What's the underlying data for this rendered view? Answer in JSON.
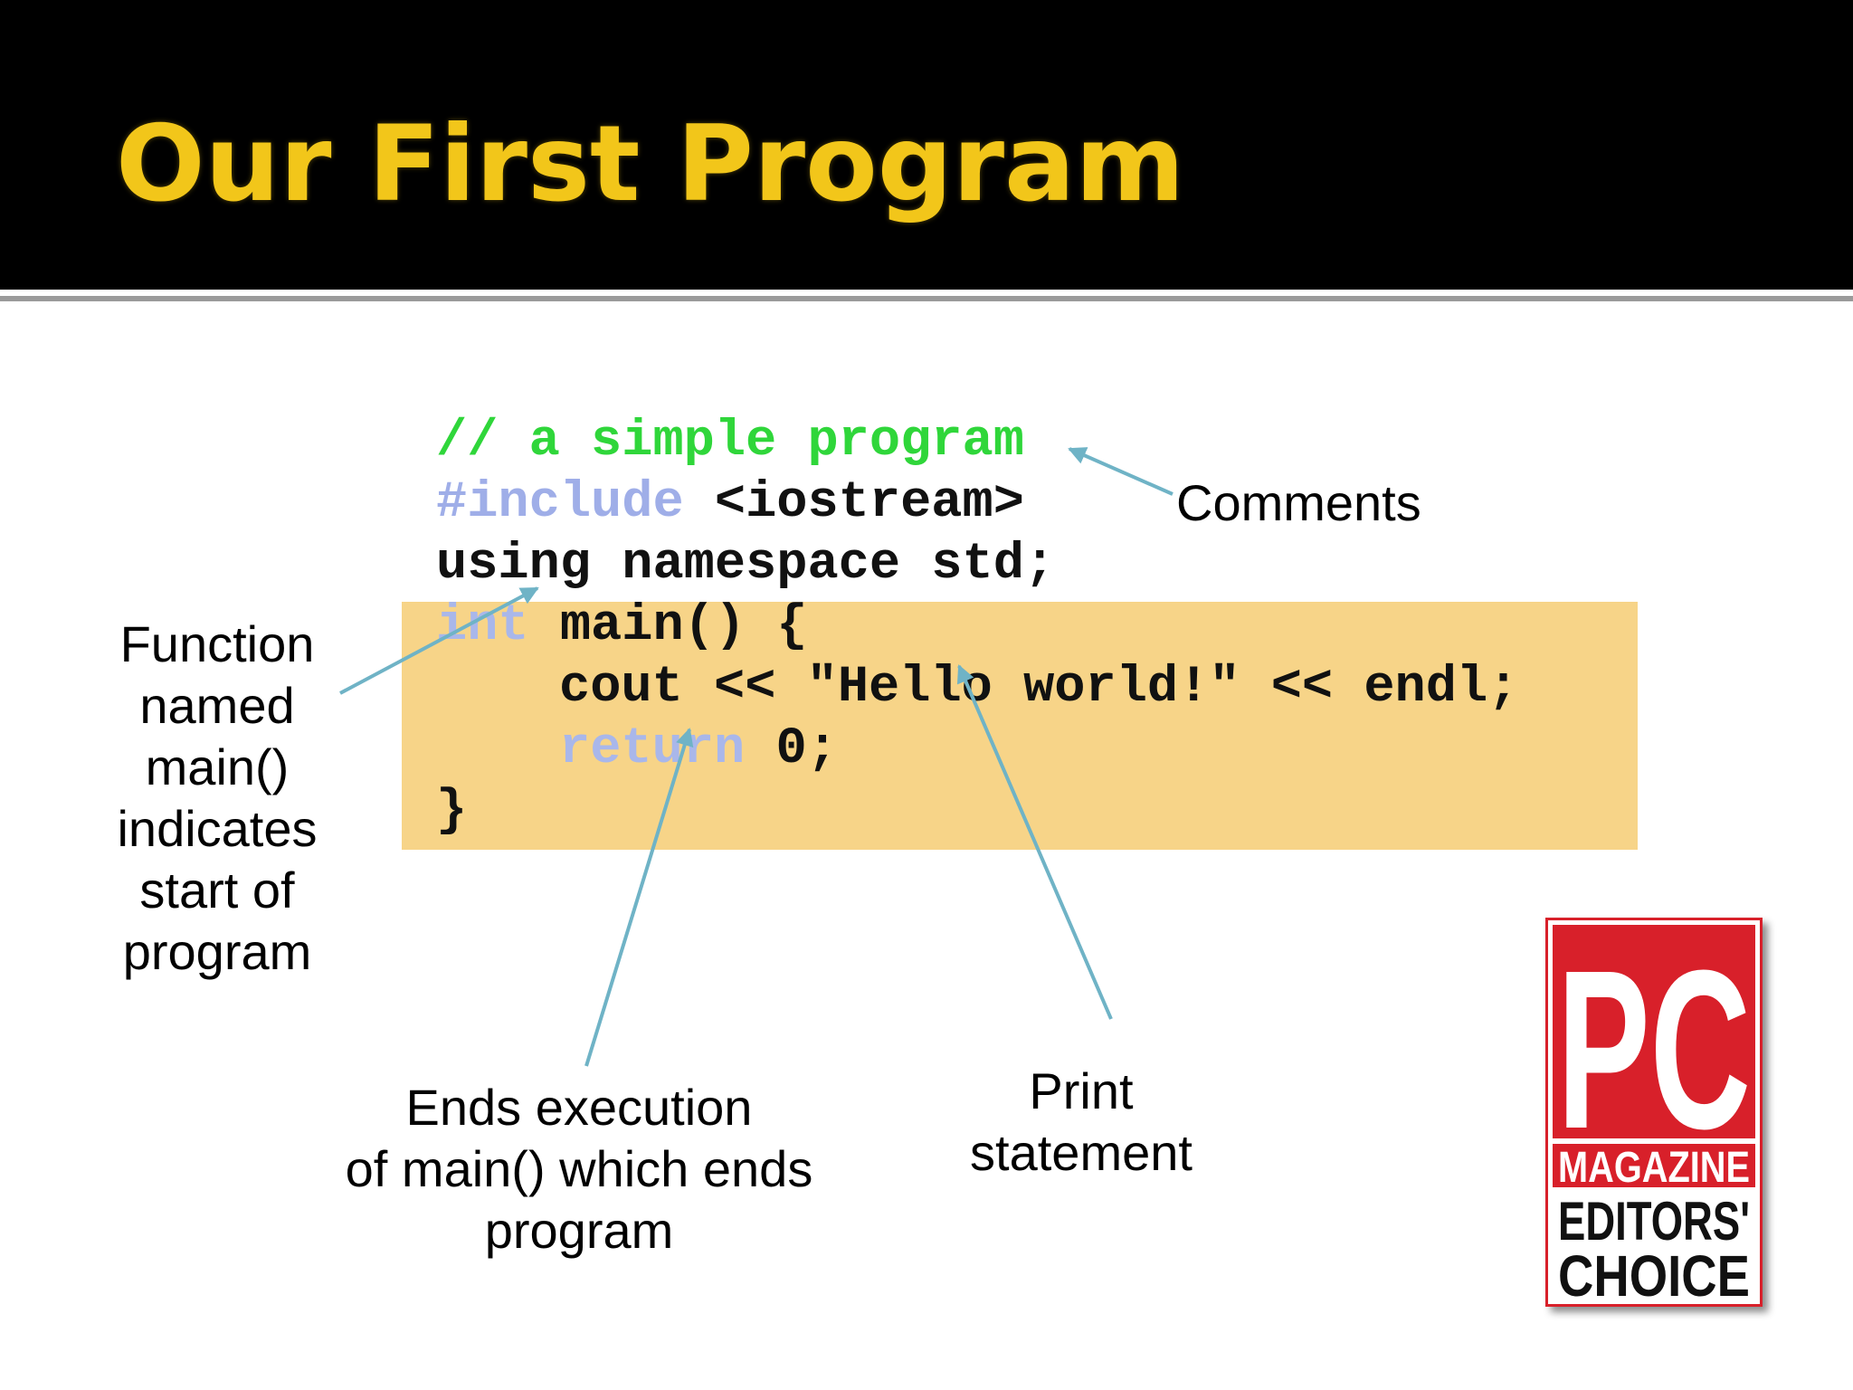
{
  "slide": {
    "title": "Our First Program"
  },
  "code": {
    "line1": "// a simple program",
    "line2_directive": "#include",
    "line2_rest": " <iostream>",
    "line3": "using namespace std;",
    "line4_keyword": "int",
    "line4_rest": " main() {",
    "line5": "cout << \"Hello world!\" << endl;",
    "line6_keyword": "return",
    "line6_rest": " 0;",
    "line7": "}"
  },
  "callouts": {
    "comments": "Comments",
    "function": [
      "Function",
      "named",
      "main()",
      "indicates",
      "start of",
      "program"
    ],
    "ends": [
      "Ends execution",
      "of main() which ends",
      "program"
    ],
    "print": [
      "Print",
      "statement"
    ]
  },
  "badge": {
    "line1": "PC",
    "line2": "MAGAZINE",
    "line3": "EDITORS'",
    "line4": "CHOICE"
  },
  "colors": {
    "title": "#f2c61a",
    "highlight": "#f7d488",
    "comment": "#2fd63a",
    "keyword": "#a9b7ea",
    "arrow": "#6fb3c6",
    "badge_red": "#d8202a"
  }
}
